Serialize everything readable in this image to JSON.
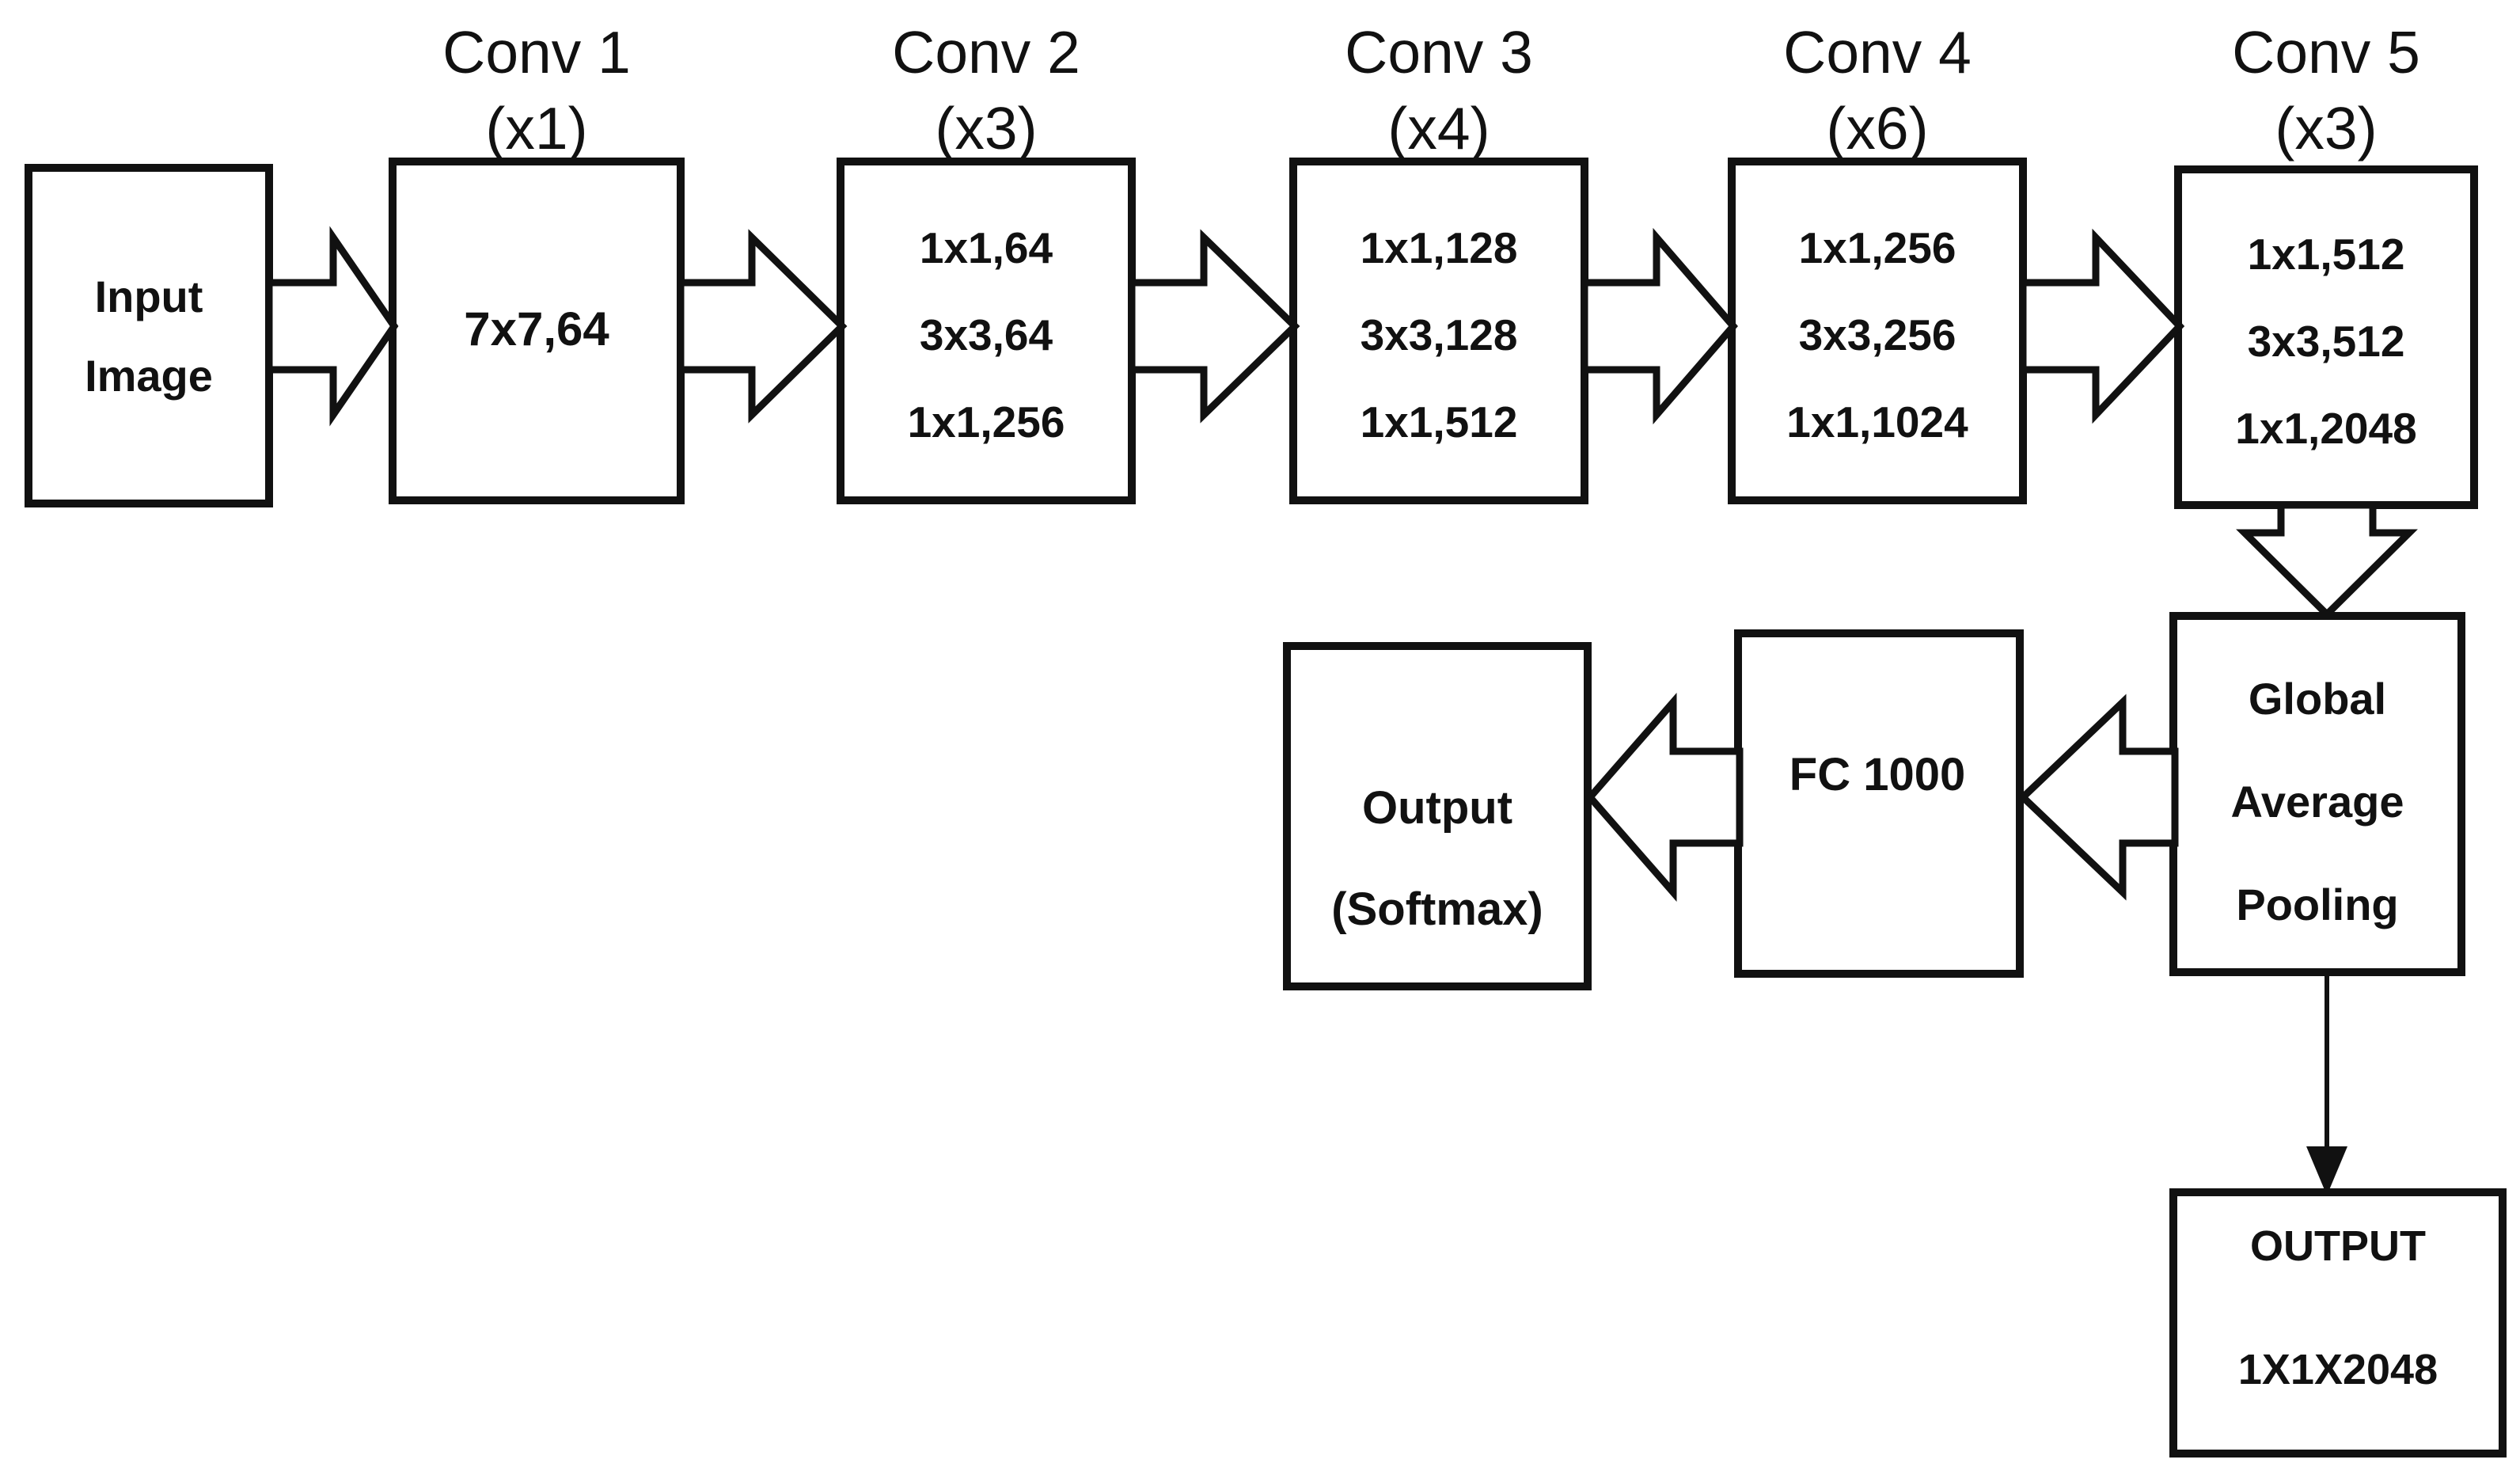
{
  "diagram": {
    "kind": "cnn-architecture-flowchart",
    "input": {
      "lines": [
        "Input",
        "Image"
      ]
    },
    "stages": [
      {
        "title": "Conv 1",
        "multiplier": "(x1)",
        "layers": [
          "7x7,64"
        ]
      },
      {
        "title": "Conv 2",
        "multiplier": "(x3)",
        "layers": [
          "1x1,64",
          "3x3,64",
          "1x1,256"
        ]
      },
      {
        "title": "Conv 3",
        "multiplier": "(x4)",
        "layers": [
          "1x1,128",
          "3x3,128",
          "1x1,512"
        ]
      },
      {
        "title": "Conv 4",
        "multiplier": "(x6)",
        "layers": [
          "1x1,256",
          "3x3,256",
          "1x1,1024"
        ]
      },
      {
        "title": "Conv 5",
        "multiplier": "(x3)",
        "layers": [
          "1x1,512",
          "3x3,512",
          "1x1,2048"
        ]
      }
    ],
    "global_average_pooling": {
      "lines": [
        "Global",
        "Average",
        "Pooling"
      ]
    },
    "fully_connected": {
      "label": "FC 1000"
    },
    "softmax": {
      "lines": [
        "Output",
        "(Softmax)"
      ]
    },
    "final_output": {
      "lines": [
        "OUTPUT",
        "1X1X2048"
      ]
    }
  },
  "colors": {
    "background": "#ffffff",
    "line": "#111111",
    "text": "#111111",
    "box_fill": "#ffffff"
  }
}
